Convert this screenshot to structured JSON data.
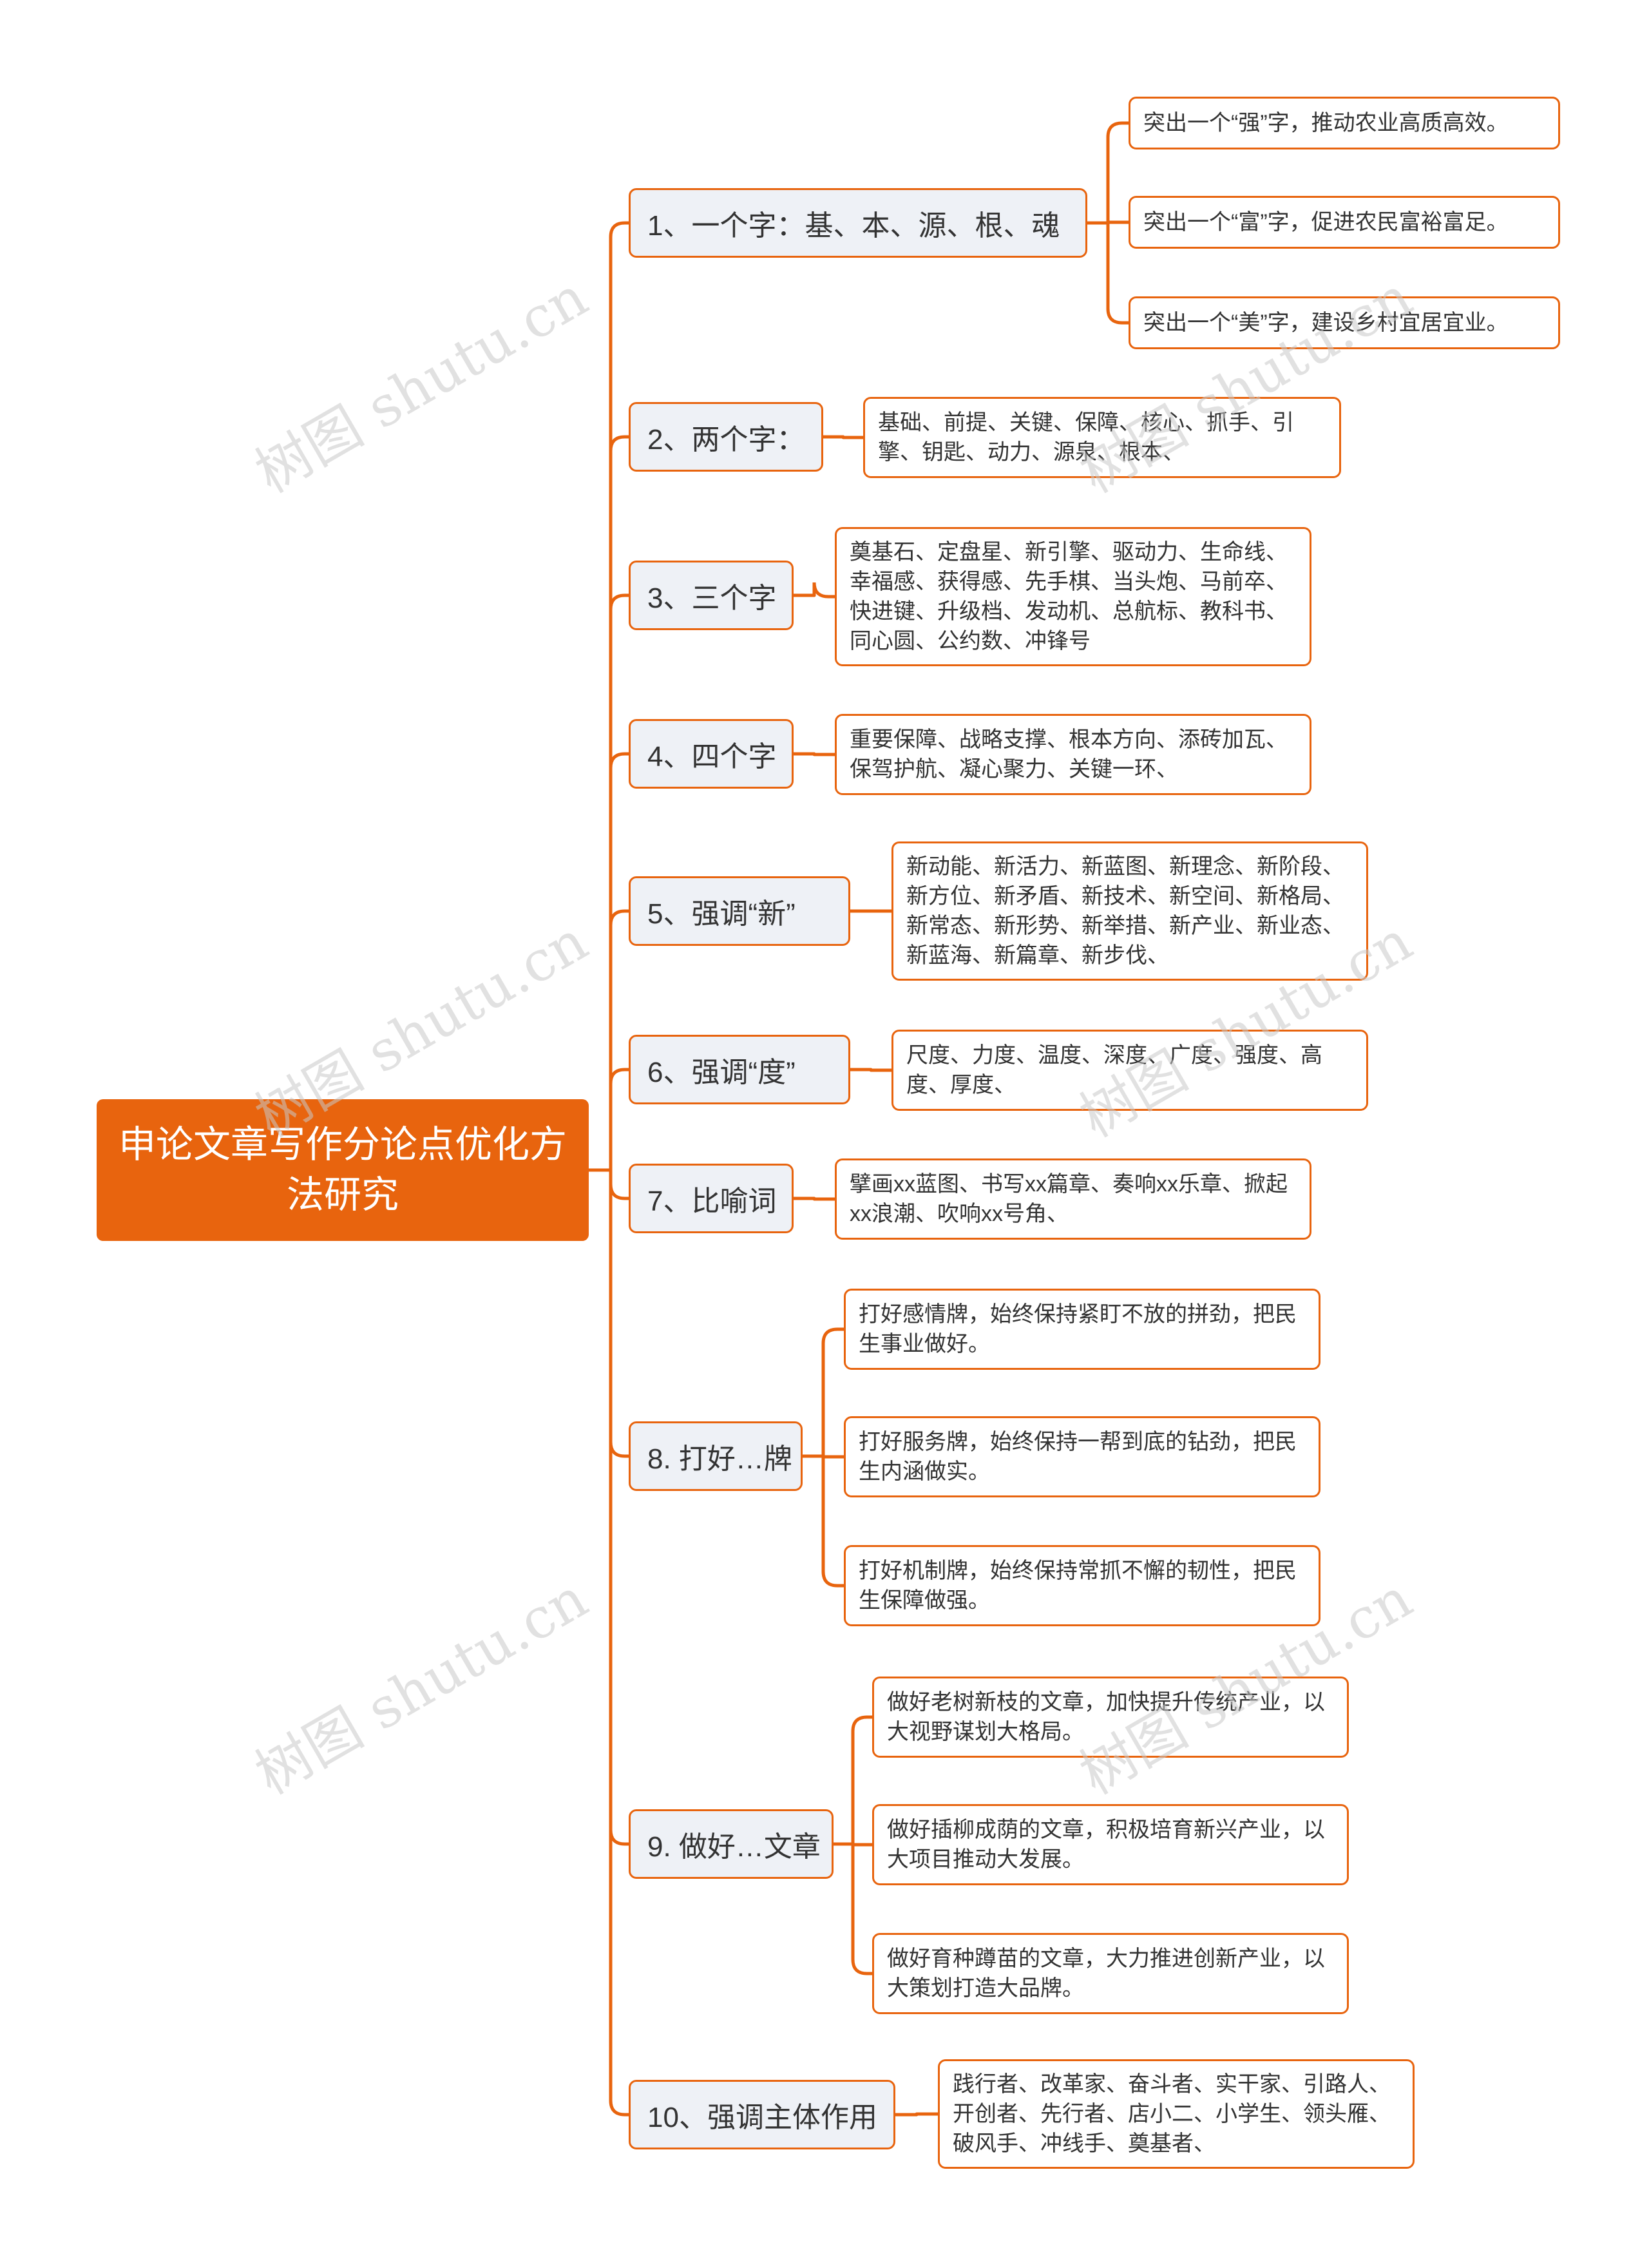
{
  "root": {
    "title": "申论文章写作分论点优化方法研究"
  },
  "branches": [
    {
      "label": "1、一个字：基、本、源、根、魂",
      "children": [
        "突出一个“强”字，推动农业高质高效。",
        "突出一个“富”字，促进农民富裕富足。",
        "突出一个“美”字，建设乡村宜居宜业。"
      ]
    },
    {
      "label": "2、两个字：",
      "children": [
        "基础、前提、关键、保障、核心、抓手、引擎、钥匙、动力、源泉、根本、"
      ]
    },
    {
      "label": "3、三个字",
      "children": [
        "奠基石、定盘星、新引擎、驱动力、生命线、幸福感、获得感、先手棋、当头炮、马前卒、快进键、升级档、发动机、总航标、教科书、同心圆、公约数、冲锋号"
      ]
    },
    {
      "label": "4、四个字",
      "children": [
        "重要保障、战略支撑、根本方向、添砖加瓦、保驾护航、凝心聚力、关键一环、"
      ]
    },
    {
      "label": "5、强调“新”",
      "children": [
        "新动能、新活力、新蓝图、新理念、新阶段、新方位、新矛盾、新技术、新空间、新格局、新常态、新形势、新举措、新产业、新业态、新蓝海、新篇章、新步伐、"
      ]
    },
    {
      "label": "6、强调“度”",
      "children": [
        "尺度、力度、温度、深度、广度、强度、高度、厚度、"
      ]
    },
    {
      "label": "7、比喻词",
      "children": [
        "擘画xx蓝图、书写xx篇章、奏响xx乐章、掀起xx浪潮、吹响xx号角、"
      ]
    },
    {
      "label": "8. 打好…牌",
      "children": [
        "打好感情牌，始终保持紧盯不放的拼劲，把民生事业做好。",
        "打好服务牌，始终保持一帮到底的钻劲，把民生内涵做实。",
        "打好机制牌，始终保持常抓不懈的韧性，把民生保障做强。"
      ]
    },
    {
      "label": "9. 做好…文章",
      "children": [
        "做好老树新枝的文章，加快提升传统产业，以大视野谋划大格局。",
        "做好插柳成荫的文章，积极培育新兴产业，以大项目推动大发展。",
        "做好育种蹲苗的文章，大力推进创新产业，以大策划打造大品牌。"
      ]
    },
    {
      "label": "10、强调主体作用",
      "children": [
        "践行者、改革家、奋斗者、实干家、引路人、开创者、先行者、店小二、小学生、领头雁、破风手、冲线手、奠基者、"
      ]
    }
  ],
  "watermark": "树图 shutu.cn",
  "colors": {
    "accent": "#e8640e",
    "branch_bg": "#eef1f6",
    "text": "#333333"
  }
}
